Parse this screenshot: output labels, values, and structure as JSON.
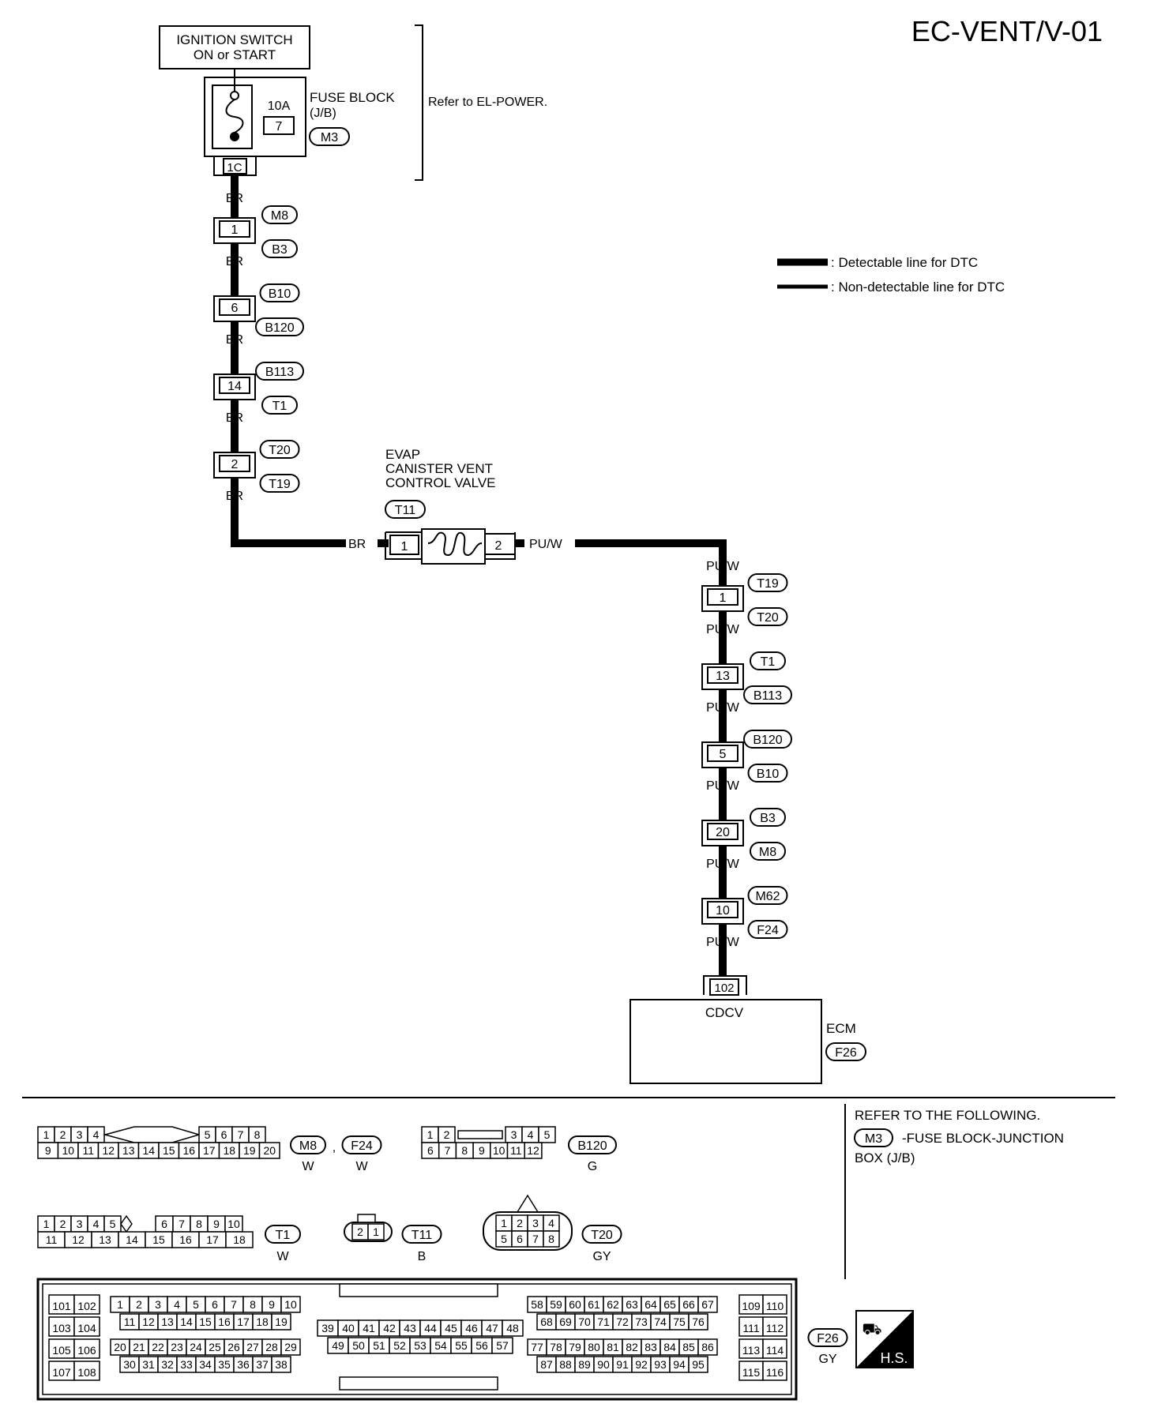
{
  "page_id": "EC-VENT/V-01",
  "ignition_switch": {
    "line1": "IGNITION SWITCH",
    "line2": "ON or START"
  },
  "fuse_block": {
    "title": "FUSE BLOCK",
    "sub": "(J/B)",
    "amp": "10A",
    "fuse_no": "7",
    "connector": "M3",
    "terminal": "1C"
  },
  "refer_power": "Refer to EL-POWER.",
  "legend": {
    "detectable": ": Detectable line for DTC",
    "non_detectable": ": Non-detectable line for DTC"
  },
  "left_wire": [
    {
      "color": "BR"
    },
    {
      "pin": "1",
      "upper": "M8",
      "lower": "B3",
      "color": "BR"
    },
    {
      "pin": "6",
      "upper": "B10",
      "lower": "B120",
      "color": "BR"
    },
    {
      "pin": "14",
      "upper": "B113",
      "lower": "T1",
      "color": "BR"
    },
    {
      "pin": "2",
      "upper": "T20",
      "lower": "T19",
      "color": "BR"
    }
  ],
  "evap_valve": {
    "line1": "EVAP",
    "line2": "CANISTER VENT",
    "line3": "CONTROL VALVE",
    "connector": "T11",
    "pin_in": "1",
    "pin_out": "2",
    "color_in": "BR",
    "color_out": "PU/W"
  },
  "right_wire": [
    {
      "color": "PU/W"
    },
    {
      "pin": "1",
      "upper": "T19",
      "lower": "T20",
      "color": "PU/W"
    },
    {
      "pin": "13",
      "upper": "T1",
      "lower": "B113",
      "color": "PU/W"
    },
    {
      "pin": "5",
      "upper": "B120",
      "lower": "B10",
      "color": "PU/W"
    },
    {
      "pin": "20",
      "upper": "B3",
      "lower": "M8",
      "color": "PU/W"
    },
    {
      "pin": "10",
      "upper": "M62",
      "lower": "F24",
      "color": "PU/W"
    }
  ],
  "ecm": {
    "pin": "102",
    "signal": "CDCV",
    "name": "ECM",
    "connector": "F26"
  },
  "refer_following": {
    "line1": "REFER TO THE FOLLOWING.",
    "connector": "M3",
    "line2": "-FUSE BLOCK-JUNCTION",
    "line3": "BOX (J/B)"
  },
  "connector_views": {
    "m8_f24": {
      "row1a": [
        "1",
        "2",
        "3",
        "4"
      ],
      "row1b": [
        "5",
        "6",
        "7",
        "8"
      ],
      "row2": [
        "9",
        "10",
        "11",
        "12",
        "13",
        "14",
        "15",
        "16",
        "17",
        "18",
        "19",
        "20"
      ],
      "id1": "M8",
      "id2": "F24",
      "sep": ",",
      "color1": "W",
      "color2": "W"
    },
    "b120": {
      "row1a": [
        "1",
        "2"
      ],
      "row1b": [
        "3",
        "4",
        "5"
      ],
      "row2": [
        "6",
        "7",
        "8",
        "9",
        "10",
        "11",
        "12"
      ],
      "id": "B120",
      "color": "G"
    },
    "t1": {
      "row1a": [
        "1",
        "2",
        "3",
        "4",
        "5"
      ],
      "row1b": [
        "6",
        "7",
        "8",
        "9",
        "10"
      ],
      "row2": [
        "11",
        "12",
        "13",
        "14",
        "15",
        "16",
        "17",
        "18"
      ],
      "id": "T1",
      "color": "W"
    },
    "t11": {
      "pins": [
        "2",
        "1"
      ],
      "id": "T11",
      "color": "B"
    },
    "t20": {
      "row1": [
        "1",
        "2",
        "3",
        "4"
      ],
      "row2": [
        "5",
        "6",
        "7",
        "8"
      ],
      "id": "T20",
      "color": "GY"
    },
    "f26": {
      "block_a_left": [
        "101",
        "103",
        "105",
        "107"
      ],
      "block_a_right": [
        "102",
        "104",
        "106",
        "108"
      ],
      "b_row1": [
        "1",
        "2",
        "3",
        "4",
        "5",
        "6",
        "7",
        "8",
        "9",
        "10"
      ],
      "b_row2": [
        "11",
        "12",
        "13",
        "14",
        "15",
        "16",
        "17",
        "18",
        "19"
      ],
      "b_row3": [
        "20",
        "21",
        "22",
        "23",
        "24",
        "25",
        "26",
        "27",
        "28",
        "29"
      ],
      "b_row4": [
        "30",
        "31",
        "32",
        "33",
        "34",
        "35",
        "36",
        "37",
        "38"
      ],
      "c_row1": [
        "39",
        "40",
        "41",
        "42",
        "43",
        "44",
        "45",
        "46",
        "47",
        "48"
      ],
      "c_row2": [
        "49",
        "50",
        "51",
        "52",
        "53",
        "54",
        "55",
        "56",
        "57"
      ],
      "d_row1": [
        "58",
        "59",
        "60",
        "61",
        "62",
        "63",
        "64",
        "65",
        "66",
        "67"
      ],
      "d_row2": [
        "68",
        "69",
        "70",
        "71",
        "72",
        "73",
        "74",
        "75",
        "76"
      ],
      "d_row3": [
        "77",
        "78",
        "79",
        "80",
        "81",
        "82",
        "83",
        "84",
        "85",
        "86"
      ],
      "d_row4": [
        "87",
        "88",
        "89",
        "90",
        "91",
        "92",
        "93",
        "94",
        "95"
      ],
      "e_left": [
        "109",
        "111",
        "113",
        "115"
      ],
      "e_right": [
        "110",
        "112",
        "114",
        "116"
      ],
      "id": "F26",
      "color": "GY"
    }
  },
  "hs_badge": "H.S."
}
